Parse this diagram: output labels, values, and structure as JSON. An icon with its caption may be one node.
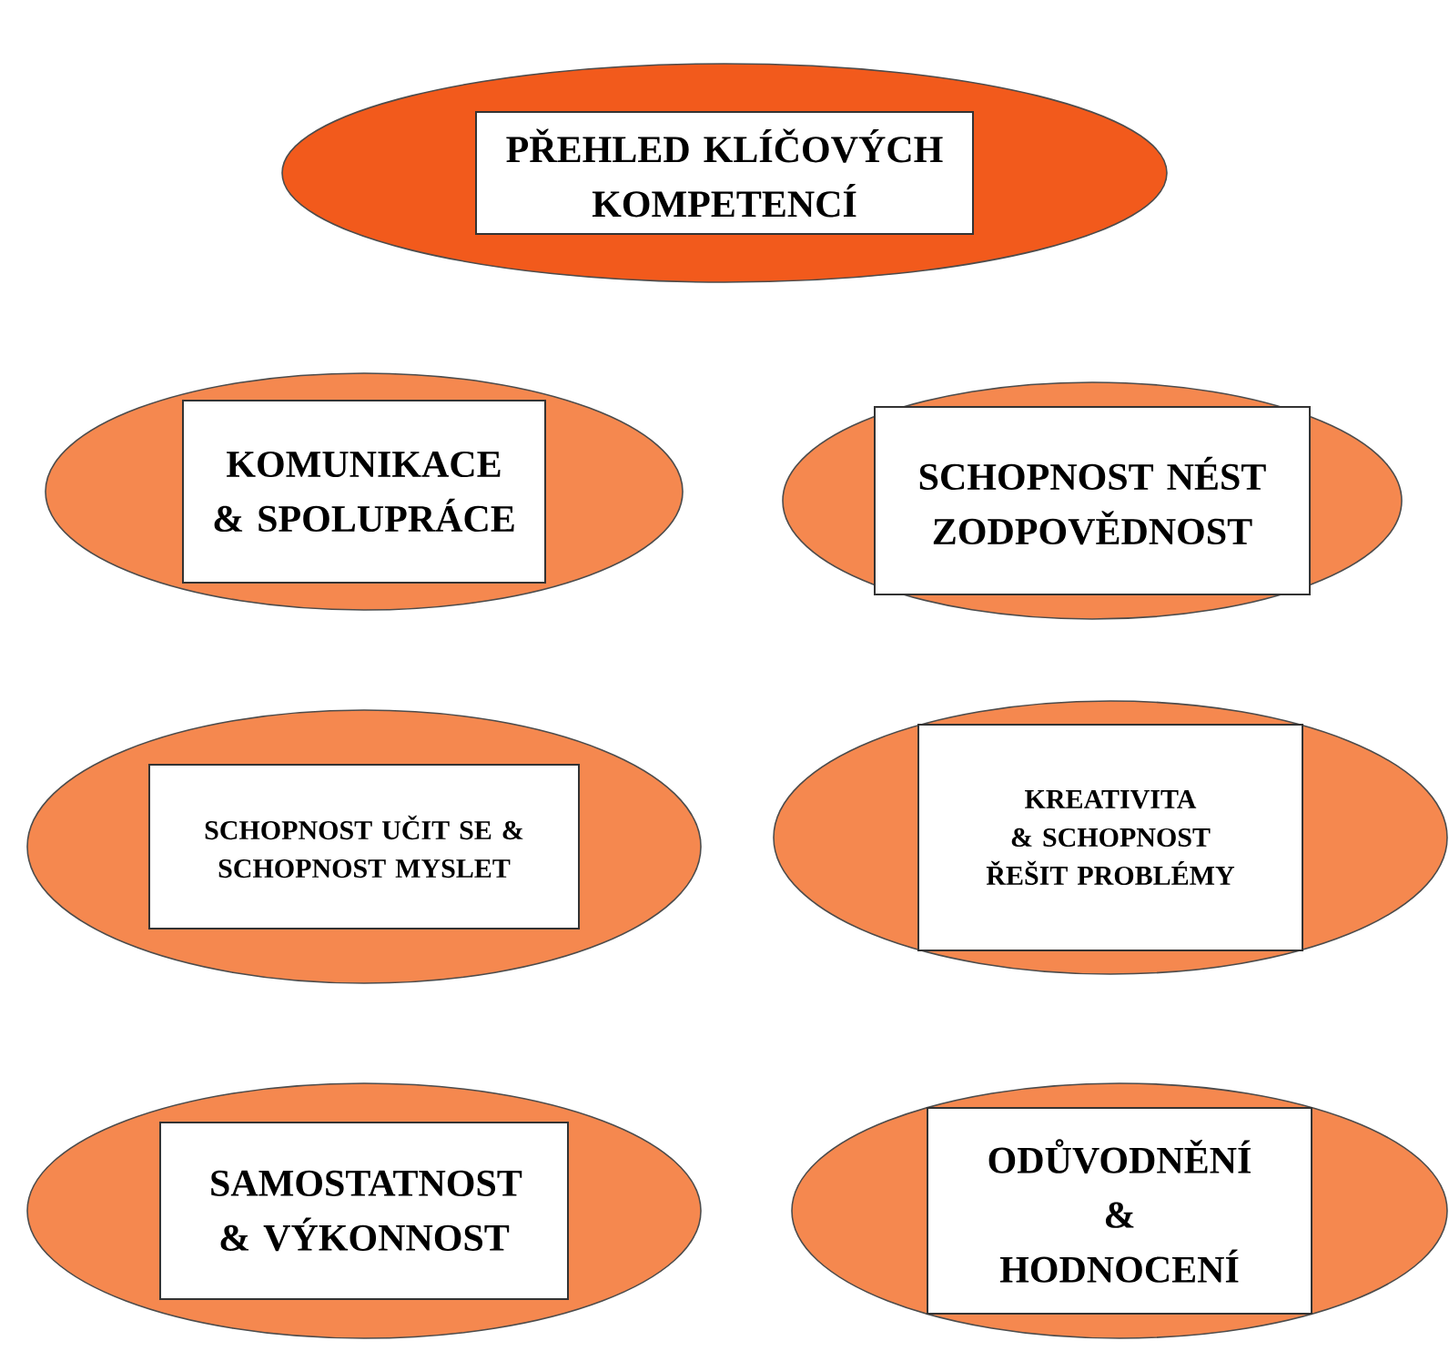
{
  "diagram": {
    "nodes": [
      {
        "text": [
          "PŘEHLED KLÍČOVÝCH KOMPETENCÍ"
        ]
      },
      {
        "text": [
          "KOMUNIKACE & SPOLUPRÁCE"
        ]
      },
      {
        "text": [
          "SCHOPNOST NÉST ZODPOVĚDNOST"
        ]
      },
      {
        "text": [
          "SCHOPNOST UČIT SE & SCHOPNOST MYSLET"
        ]
      },
      {
        "text": [
          "KREATIVITA & SCHOPNOST ŘEŠIT PROBLÉMY"
        ]
      },
      {
        "text": [
          "SAMOSTATNOST & VÝKONNOST"
        ]
      },
      {
        "text": [
          "ODŮVODNĚNÍ & HODNOCENÍ"
        ]
      }
    ]
  }
}
